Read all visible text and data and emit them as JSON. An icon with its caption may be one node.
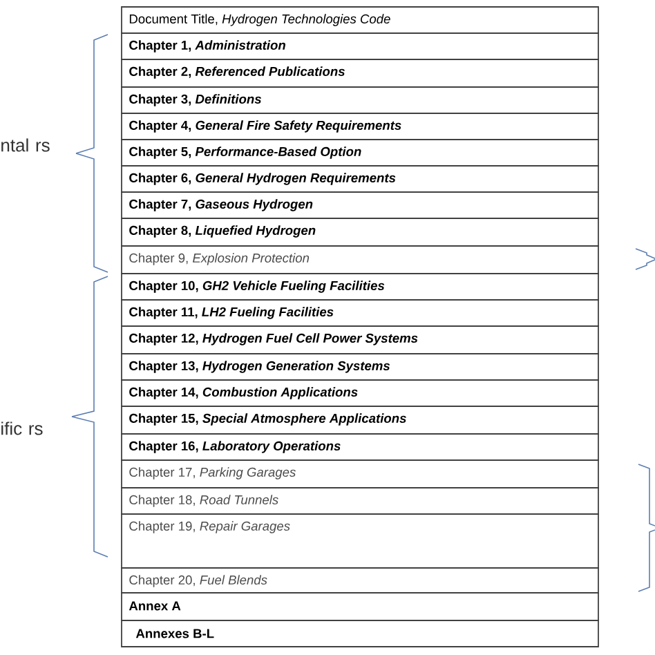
{
  "diagram": {
    "nodes": [
      {
        "text": [
          "Document Title, *Hydrogen Technologies Code*"
        ]
      },
      {
        "text": [
          "Chapter 1, *Administration*"
        ]
      },
      {
        "text": [
          "Chapter 2, *Referenced Publications*"
        ]
      },
      {
        "text": [
          "Chapter 3, *Definitions*"
        ]
      },
      {
        "text": [
          "Chapter 4, *General Fire Safety Requirements*"
        ]
      },
      {
        "text": [
          "Chapter 5, *Performance-Based Option*"
        ]
      },
      {
        "text": [
          "Chapter 6, *General Hydrogen Requirements*"
        ]
      },
      {
        "text": [
          "Chapter 7, *Gaseous Hydrogen*"
        ]
      },
      {
        "text": [
          "Chapter 8, *Liquefied Hydrogen*"
        ]
      },
      {
        "text": [
          "Chapter 9, *Explosion Protection*"
        ]
      },
      {
        "text": [
          "Chapter 10, *GH2 Vehicle Fueling Facilities*"
        ]
      },
      {
        "text": [
          "Chapter 11, *LH2 Fueling Facilities*"
        ]
      },
      {
        "text": [
          "Chapter 12, *Hydrogen Fuel Cell Power Systems*"
        ]
      },
      {
        "text": [
          "Chapter 13, *Hydrogen Generation Systems*"
        ]
      },
      {
        "text": [
          "Chapter 14, *Combustion Applications*"
        ]
      },
      {
        "text": [
          "Chapter 15, *Special Atmosphere Applications*"
        ]
      },
      {
        "text": [
          "Chapter 16, *Laboratory Operations*"
        ]
      },
      {
        "text": [
          "Chapter 17, *Parking Garages*"
        ]
      },
      {
        "text": [
          "Chapter 18, *Road Tunnels*"
        ]
      },
      {
        "text": [
          "Chapter 19, *Repair Garages*"
        ]
      },
      {
        "text": [
          "Chapter 20, *Fuel Blends*"
        ]
      },
      {
        "text": [
          "Annex A"
        ]
      },
      {
        "text": [
          "Annexes B-L"
        ]
      }
    ],
    "labels": [
      "ntal rs",
      "ific rs"
    ]
  }
}
